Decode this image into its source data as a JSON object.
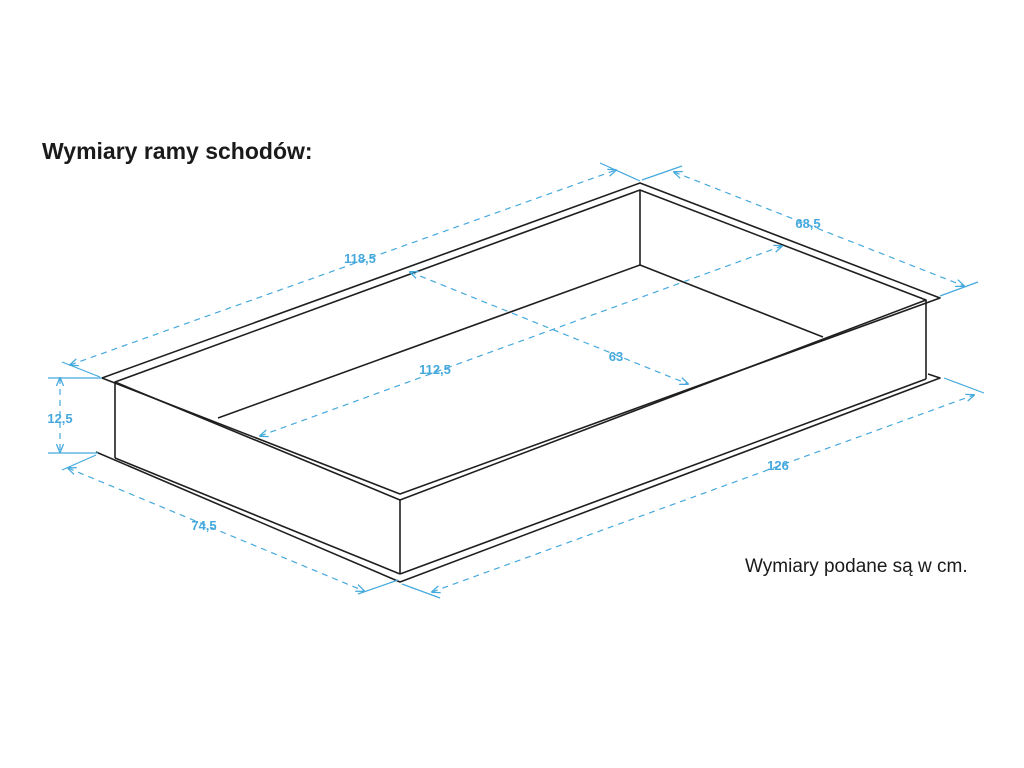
{
  "title": "Wymiary ramy schodów:",
  "note": "Wymiary podane są w cm.",
  "colors": {
    "dimension": "#45a9dd",
    "line": "#1f1f1f"
  },
  "dimensions": {
    "length_outer_top": "118,5",
    "width_outer_top": "68,5",
    "height": "12,5",
    "length_inner": "112,5",
    "width_inner": "63",
    "base_length": "126",
    "base_width": "74,5"
  }
}
